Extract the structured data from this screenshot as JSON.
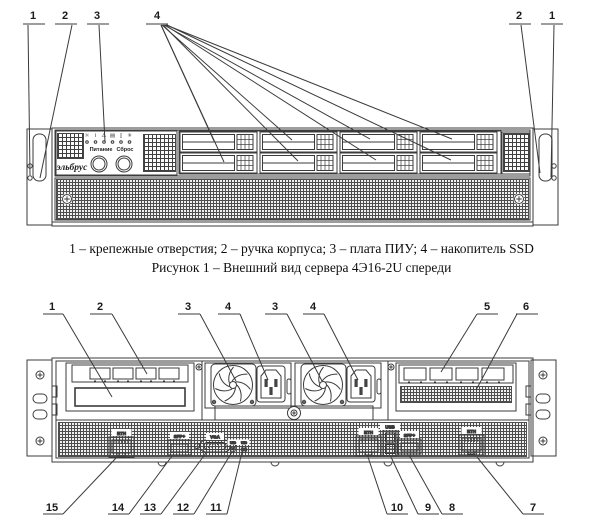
{
  "figure1": {
    "view": "front",
    "callouts_top_left": [
      "1",
      "2",
      "3",
      "4"
    ],
    "callouts_top_right": [
      "2",
      "1"
    ],
    "panel": {
      "brand": "эльбрус",
      "power_button_label": "Питание",
      "reset_button_label": "Сброс",
      "status_icons": [
        {
          "name": "power-icon",
          "glyph": "☼"
        },
        {
          "name": "info-icon",
          "glyph": "i"
        },
        {
          "name": "alarm-icon",
          "glyph": "⚠"
        },
        {
          "name": "disk-icon",
          "glyph": "▤"
        },
        {
          "name": "case-icon",
          "glyph": "▯"
        },
        {
          "name": "fan-icon",
          "glyph": "✳"
        }
      ]
    },
    "caption_legend": "1 – крепежные отверстия; 2 – ручка корпуса; 3 – плата ПИУ; 4 – накопитель SSD",
    "caption_title": "Рисунок 1 – Внешний вид сервера 4Э16-2U спереди"
  },
  "figure2": {
    "view": "rear",
    "callouts_top": [
      "1",
      "2",
      "3",
      "4",
      "3",
      "4",
      "5",
      "6"
    ],
    "callouts_bottom": [
      "15",
      "14",
      "13",
      "12",
      "11",
      "10",
      "9",
      "8",
      "7"
    ],
    "port_labels": {
      "eth": "ETH",
      "sfp_plus": "SFP+",
      "vga": "VGA",
      "usb": "USB",
      "uid": "UID"
    }
  }
}
